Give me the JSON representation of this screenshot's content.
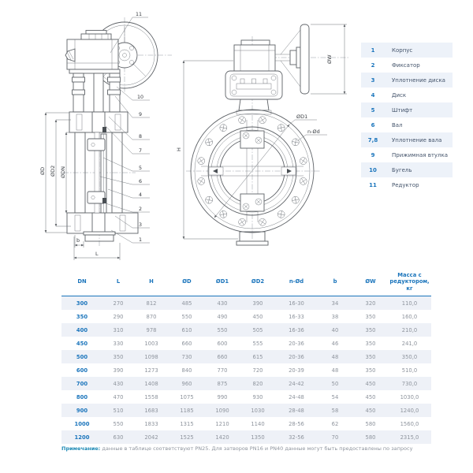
{
  "drawing": {
    "side": {
      "dims": {
        "od": "ØD",
        "od2": "ØD2",
        "odn": "ØDN",
        "b": "b",
        "l": "L"
      },
      "callouts": {
        "c1": "1",
        "c2": "2",
        "c3": "3",
        "c4": "4",
        "c5": "5",
        "c6": "6",
        "c7": "7",
        "c8": "8",
        "c9": "9",
        "c10": "10",
        "c11": "11"
      }
    },
    "front": {
      "dims": {
        "h": "H",
        "ow": "ØW",
        "od1": "ØD1",
        "nod": "n-Ød"
      }
    }
  },
  "legend": {
    "items": [
      {
        "num": "1",
        "label": "Корпус"
      },
      {
        "num": "2",
        "label": "Фиксатор"
      },
      {
        "num": "3",
        "label": "Уплотнение диска"
      },
      {
        "num": "4",
        "label": "Диск"
      },
      {
        "num": "5",
        "label": "Штифт"
      },
      {
        "num": "6",
        "label": "Вал"
      },
      {
        "num": "7,8",
        "label": "Уплотнение вала"
      },
      {
        "num": "9",
        "label": "Прижимная втулка"
      },
      {
        "num": "10",
        "label": "Бугель"
      },
      {
        "num": "11",
        "label": "Редуктор"
      }
    ]
  },
  "table": {
    "headers": [
      "DN",
      "L",
      "H",
      "ØD",
      "ØD1",
      "ØD2",
      "n-Ød",
      "b",
      "ØW",
      "Масса с редуктором, кг"
    ],
    "rows": [
      [
        "300",
        "270",
        "812",
        "485",
        "430",
        "390",
        "16-30",
        "34",
        "320",
        "110,0"
      ],
      [
        "350",
        "290",
        "870",
        "550",
        "490",
        "450",
        "16-33",
        "38",
        "350",
        "160,0"
      ],
      [
        "400",
        "310",
        "978",
        "610",
        "550",
        "505",
        "16-36",
        "40",
        "350",
        "210,0"
      ],
      [
        "450",
        "330",
        "1003",
        "660",
        "600",
        "555",
        "20-36",
        "46",
        "350",
        "241,0"
      ],
      [
        "500",
        "350",
        "1098",
        "730",
        "660",
        "615",
        "20-36",
        "48",
        "350",
        "350,0"
      ],
      [
        "600",
        "390",
        "1273",
        "840",
        "770",
        "720",
        "20-39",
        "48",
        "350",
        "510,0"
      ],
      [
        "700",
        "430",
        "1408",
        "960",
        "875",
        "820",
        "24-42",
        "50",
        "450",
        "730,0"
      ],
      [
        "800",
        "470",
        "1558",
        "1075",
        "990",
        "930",
        "24-48",
        "54",
        "450",
        "1030,0"
      ],
      [
        "900",
        "510",
        "1683",
        "1185",
        "1090",
        "1030",
        "28-48",
        "58",
        "450",
        "1240,0"
      ],
      [
        "1000",
        "550",
        "1833",
        "1315",
        "1210",
        "1140",
        "28-56",
        "62",
        "580",
        "1560,0"
      ],
      [
        "1200",
        "630",
        "2042",
        "1525",
        "1420",
        "1350",
        "32-56",
        "70",
        "580",
        "2315,0"
      ]
    ]
  },
  "note": {
    "label": "Примечание:",
    "text": " данные в таблице соответствуют PN25. Для затворов PN16 и PN40 данные могут быть предоставлены по запросу"
  },
  "colors": {
    "accent": "#1b75bc",
    "row_alt": "#eef1f7",
    "data_text": "#8f959e",
    "legend_text": "#44546b"
  }
}
